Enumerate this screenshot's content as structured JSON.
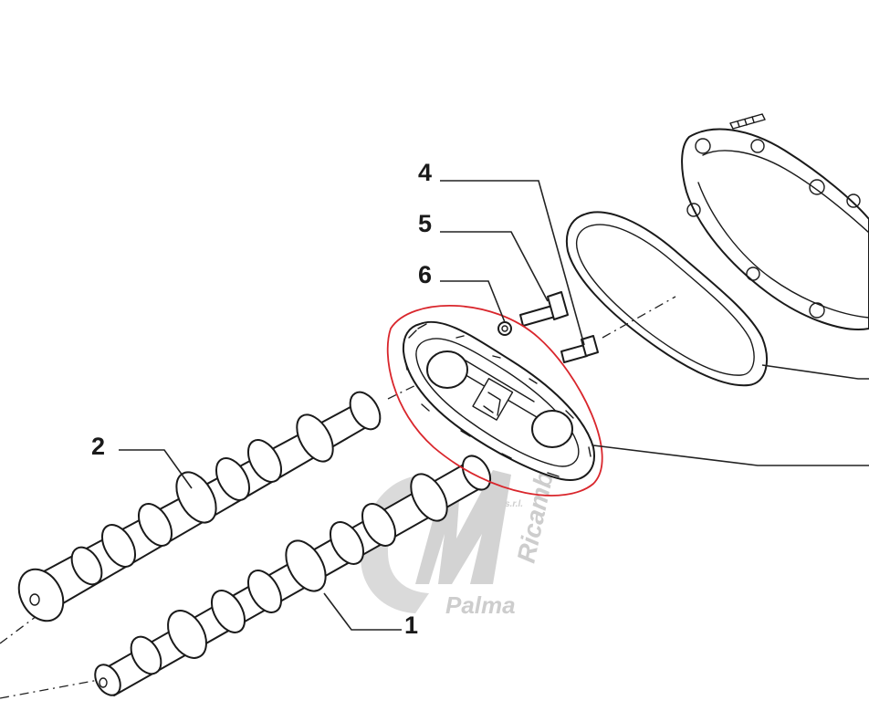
{
  "diagram": {
    "callouts": [
      {
        "id": "1",
        "label": "1"
      },
      {
        "id": "2",
        "label": "2"
      },
      {
        "id": "4",
        "label": "4"
      },
      {
        "id": "5",
        "label": "5"
      },
      {
        "id": "6",
        "label": "6"
      }
    ],
    "highlight": {
      "color": "#d9262c"
    },
    "watermark": {
      "brand": "Ricambi",
      "name": "Palma",
      "suffix": "s.r.l.",
      "color": "#c8c8c8"
    }
  }
}
